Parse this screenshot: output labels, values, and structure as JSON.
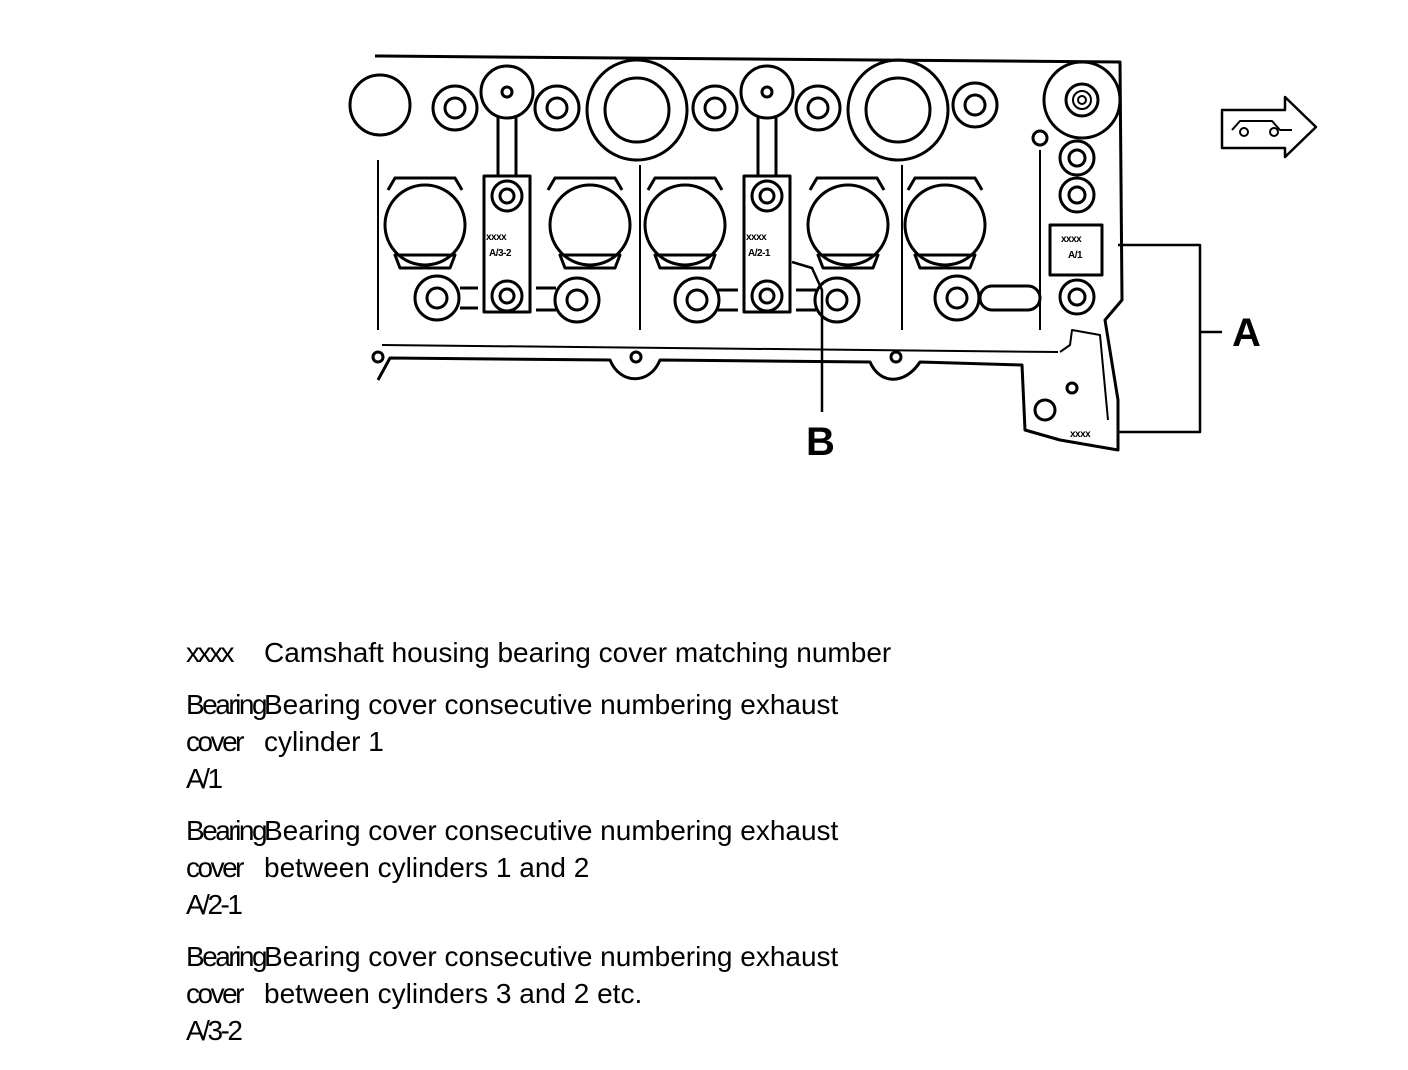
{
  "diagram": {
    "callout_a": "A",
    "callout_b": "B",
    "stamp_a23": {
      "line1": "xxxx",
      "line2": "A/3-2"
    },
    "stamp_a21": {
      "line1": "xxxx",
      "line2": "A/2-1"
    },
    "stamp_a1": {
      "line1": "xxxx",
      "line2": "A/1"
    },
    "stamp_bottom": "xxxx",
    "direction_icon": "car-front-arrow-icon"
  },
  "legend": [
    {
      "key": [
        "xxxx"
      ],
      "desc": "Camshaft housing bearing cover matching number"
    },
    {
      "key": [
        "Bearing",
        "cover",
        "A/1"
      ],
      "desc": "Bearing cover consecutive numbering exhaust cylinder 1"
    },
    {
      "key": [
        "Bearing",
        "cover",
        "A/2-1"
      ],
      "desc": "Bearing cover consecutive numbering exhaust between cylinders 1 and 2"
    },
    {
      "key": [
        "Bearing",
        "cover",
        "A/3-2"
      ],
      "desc": "Bearing cover consecutive numbering exhaust between cylinders 3 and 2 etc."
    }
  ]
}
